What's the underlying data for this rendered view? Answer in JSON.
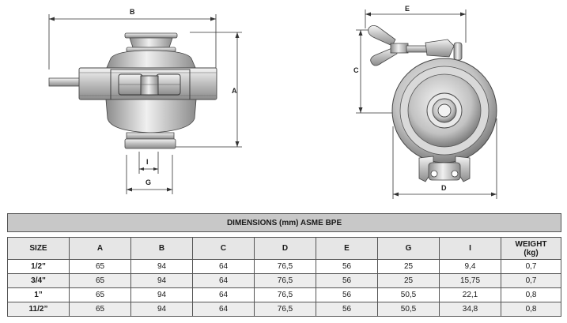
{
  "dimension_labels": {
    "side_view": {
      "b": "B",
      "a": "A",
      "i": "I",
      "g": "G"
    },
    "front_view": {
      "e": "E",
      "c": "C",
      "d": "D"
    }
  },
  "table": {
    "title": "DIMENSIONS (mm) ASME BPE",
    "headers": [
      "SIZE",
      "A",
      "B",
      "C",
      "D",
      "E",
      "G",
      "I",
      "WEIGHT\n(kg)"
    ],
    "rows": [
      [
        "1/2\"",
        "65",
        "94",
        "64",
        "76,5",
        "56",
        "25",
        "9,4",
        "0,7"
      ],
      [
        "3/4\"",
        "65",
        "94",
        "64",
        "76,5",
        "56",
        "25",
        "15,75",
        "0,7"
      ],
      [
        "1”",
        "65",
        "94",
        "64",
        "76,5",
        "56",
        "50,5",
        "22,1",
        "0,8"
      ],
      [
        "11/2”",
        "65",
        "94",
        "64",
        "76,5",
        "56",
        "50,5",
        "34,8",
        "0,8"
      ]
    ]
  }
}
